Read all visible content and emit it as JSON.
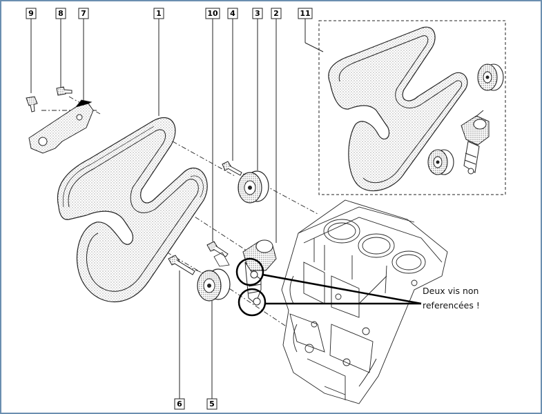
{
  "window": {
    "frame_color": "#6b8fb0"
  },
  "diagram": {
    "callouts": [
      "9",
      "8",
      "7",
      "1",
      "10",
      "4",
      "3",
      "2",
      "11",
      "6",
      "5"
    ],
    "annotation": {
      "line1": "Deux vis non",
      "line2": "referencées !"
    }
  }
}
